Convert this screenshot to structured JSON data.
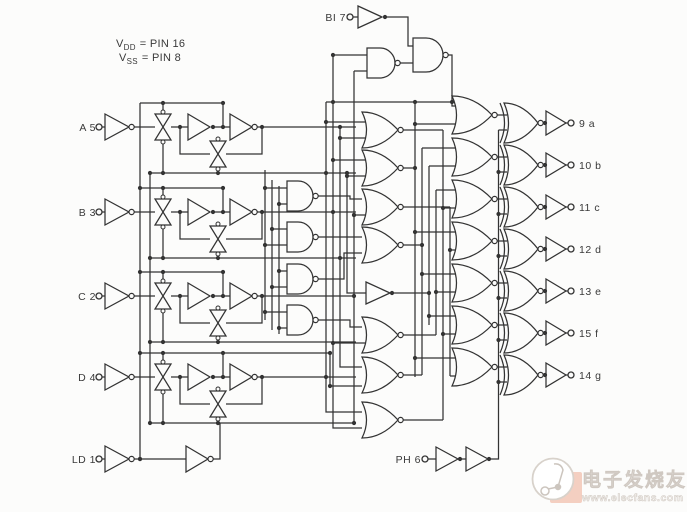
{
  "power_notes": {
    "v1": "V",
    "sub1": "DD",
    "eq1": "= PIN 16",
    "v2": "V",
    "sub2": "SS",
    "eq2": "= PIN 8"
  },
  "inputs": {
    "bi": "BI 7",
    "a": "A 5",
    "b": "B 3",
    "c": "C 2",
    "d": "D 4",
    "ld": "LD 1",
    "ph": "PH 6"
  },
  "outputs": {
    "a": "9 a",
    "b": "10 b",
    "c": "11 c",
    "d": "12 d",
    "e": "13 e",
    "f": "15 f",
    "g": "14 g"
  },
  "watermark": {
    "site_name": "电子发烧友",
    "site_url": "www.elecfans.com"
  },
  "colors": {
    "line": "#333333",
    "background": "#fcfcfb",
    "text": "#3a3a3a",
    "watermark_pink": "#f2c0ad",
    "watermark_gray": "#cfc8c1"
  }
}
